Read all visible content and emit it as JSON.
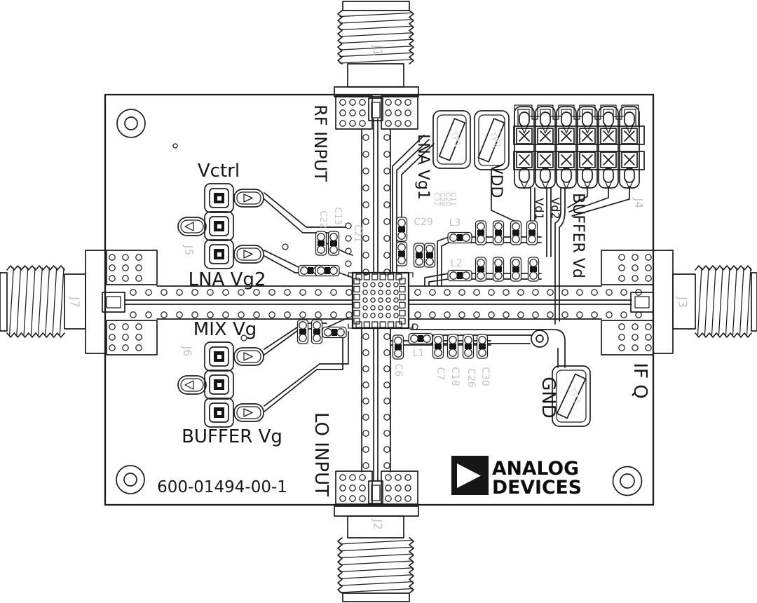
{
  "colors": {
    "ink": "#1c1c1c",
    "faint_silkscreen": "#c3c3c3",
    "background": "#ffffff"
  },
  "board": {
    "part_number": "600-01494-00-1"
  },
  "logo": {
    "line1": "ANALOG",
    "line2": "DEVICES"
  },
  "labels": {
    "rf_input": "RF INPUT",
    "lo_input": "LO INPUT",
    "if_q": "IF Q",
    "vctrl": "Vctrl",
    "lna_vg2": "LNA Vg2",
    "mix_vg": "MIX Vg",
    "buffer_vg": "BUFFER Vg",
    "lna_vg1": "LNA Vg1",
    "vdd": "VDD",
    "vd1": "Vd1",
    "vd2": "Vd2",
    "buffer_vd": "BUFFER Vd",
    "gnd": "GND"
  },
  "connectors": {
    "j1": "J1",
    "j2": "J2",
    "j3": "J3",
    "j4": "J4",
    "j5": "J5",
    "j6": "J6",
    "j7": "J7"
  },
  "test_points": {
    "tp1": "TP1",
    "tp2": "TP2",
    "tp3": "TP3"
  },
  "component_refs": {
    "c13": "C13",
    "c22": "C22",
    "c21": "C21",
    "c32": "C32",
    "c28": "C28",
    "c20": "C20",
    "c11": "C11",
    "c29": "C29",
    "l3": "L3",
    "l2": "L2",
    "l1": "L1",
    "c6": "C6",
    "c7": "C7",
    "c18": "C18",
    "c26": "C26",
    "c30": "C30"
  }
}
